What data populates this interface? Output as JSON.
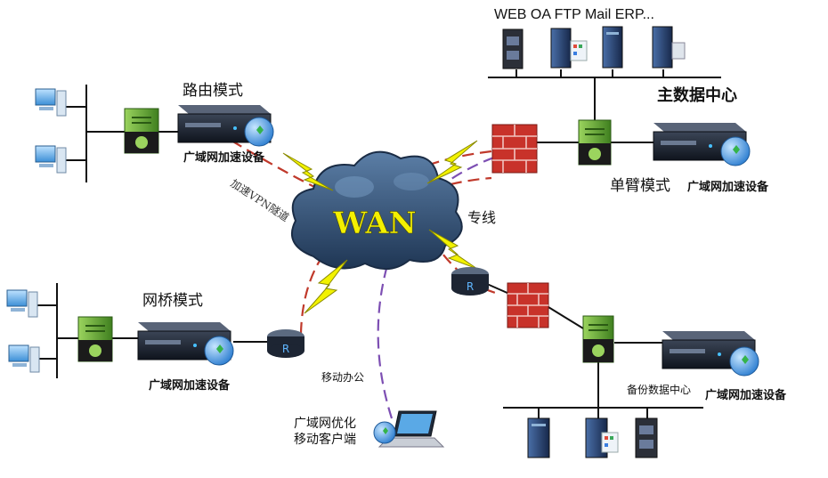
{
  "services_label": "WEB  OA  FTP Mail ERP...",
  "main_dc_label": "主数据中心",
  "routing_mode_label": "路由模式",
  "bridge_mode_label": "网桥模式",
  "single_arm_label": "单臂模式",
  "device_label_1": "广域网加速设备",
  "device_label_2": "广域网加速设备",
  "device_label_3": "广域网加速设备",
  "device_label_4": "广域网加速设备",
  "vpn_tunnel_label": "加速VPN隧道",
  "wan_label": "WAN",
  "leased_line_label": "专线",
  "mobile_office_label": "移动办公",
  "mobile_client_line1": "广域网优化",
  "mobile_client_line2": "移动客户端",
  "backup_dc_label": "备份数据中心",
  "router_label": "R",
  "colors": {
    "wan_text": "#f4f000",
    "cloud": "#2e4b70",
    "lightning": "#f2f200",
    "tunnel_red": "#c0392b",
    "tunnel_purple": "#7d4fb3",
    "firewall": "#c8322a",
    "switch": "#7cc242"
  }
}
